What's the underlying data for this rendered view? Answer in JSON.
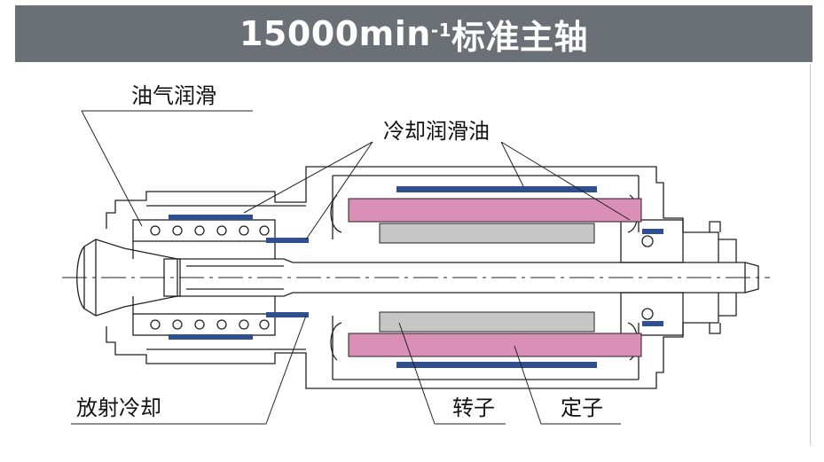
{
  "title": {
    "main": "15000min",
    "superscript": "-1",
    "suffix": "标准主轴"
  },
  "labels": {
    "oil_air_lubrication": "油气润滑",
    "cooling_lubricating_oil": "冷却润滑油",
    "radiation_cooling": "放射冷却",
    "rotor": "转子",
    "stator": "定子"
  },
  "colors": {
    "title_bg": "#6b6f76",
    "coolant_channel": "#2f4f8f",
    "rotor": "#c6c6c6",
    "stator": "#d98fb6"
  }
}
